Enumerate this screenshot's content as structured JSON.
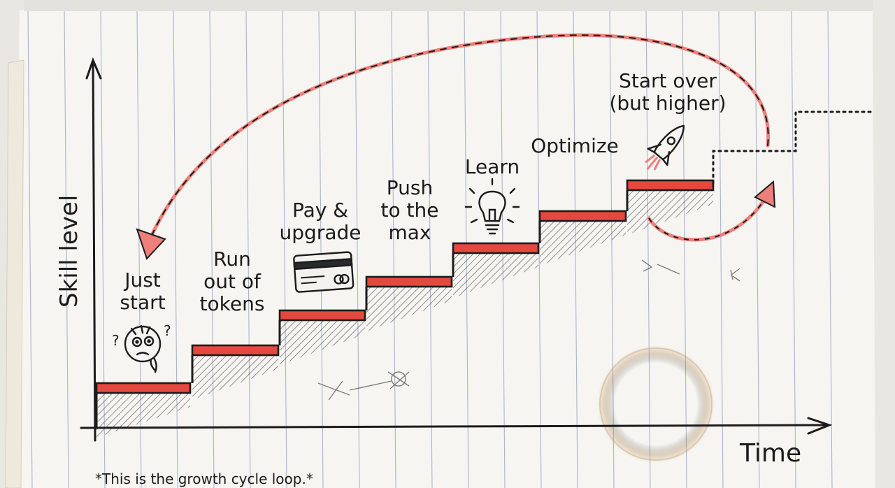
{
  "diagram": {
    "y_axis_label": "Skill level",
    "x_axis_label": "Time",
    "footnote": "*This is the growth cycle loop.*",
    "steps": [
      {
        "id": "just-start",
        "lines": [
          "Just",
          "start"
        ]
      },
      {
        "id": "run-out-of-tokens",
        "lines": [
          "Run",
          "out of",
          "tokens"
        ]
      },
      {
        "id": "pay-upgrade",
        "lines": [
          "Pay &",
          "upgrade"
        ]
      },
      {
        "id": "push-to-the-max",
        "lines": [
          "Push",
          "to the",
          "max"
        ]
      },
      {
        "id": "learn",
        "lines": [
          "Learn"
        ]
      },
      {
        "id": "optimize",
        "lines": [
          "Optimize"
        ]
      },
      {
        "id": "start-over",
        "lines": [
          "Start over",
          "(but higher)"
        ]
      }
    ],
    "icons": [
      "confused-face-icon",
      "credit-card-icon",
      "lightbulb-icon",
      "rocket-icon"
    ],
    "colors": {
      "ink": "#1b1b1b",
      "accent_red": "#e5483f",
      "arrow_pink": "#ef7f7a",
      "paper": "#f6f5f1",
      "rule_line": "#9ea8c8"
    }
  }
}
